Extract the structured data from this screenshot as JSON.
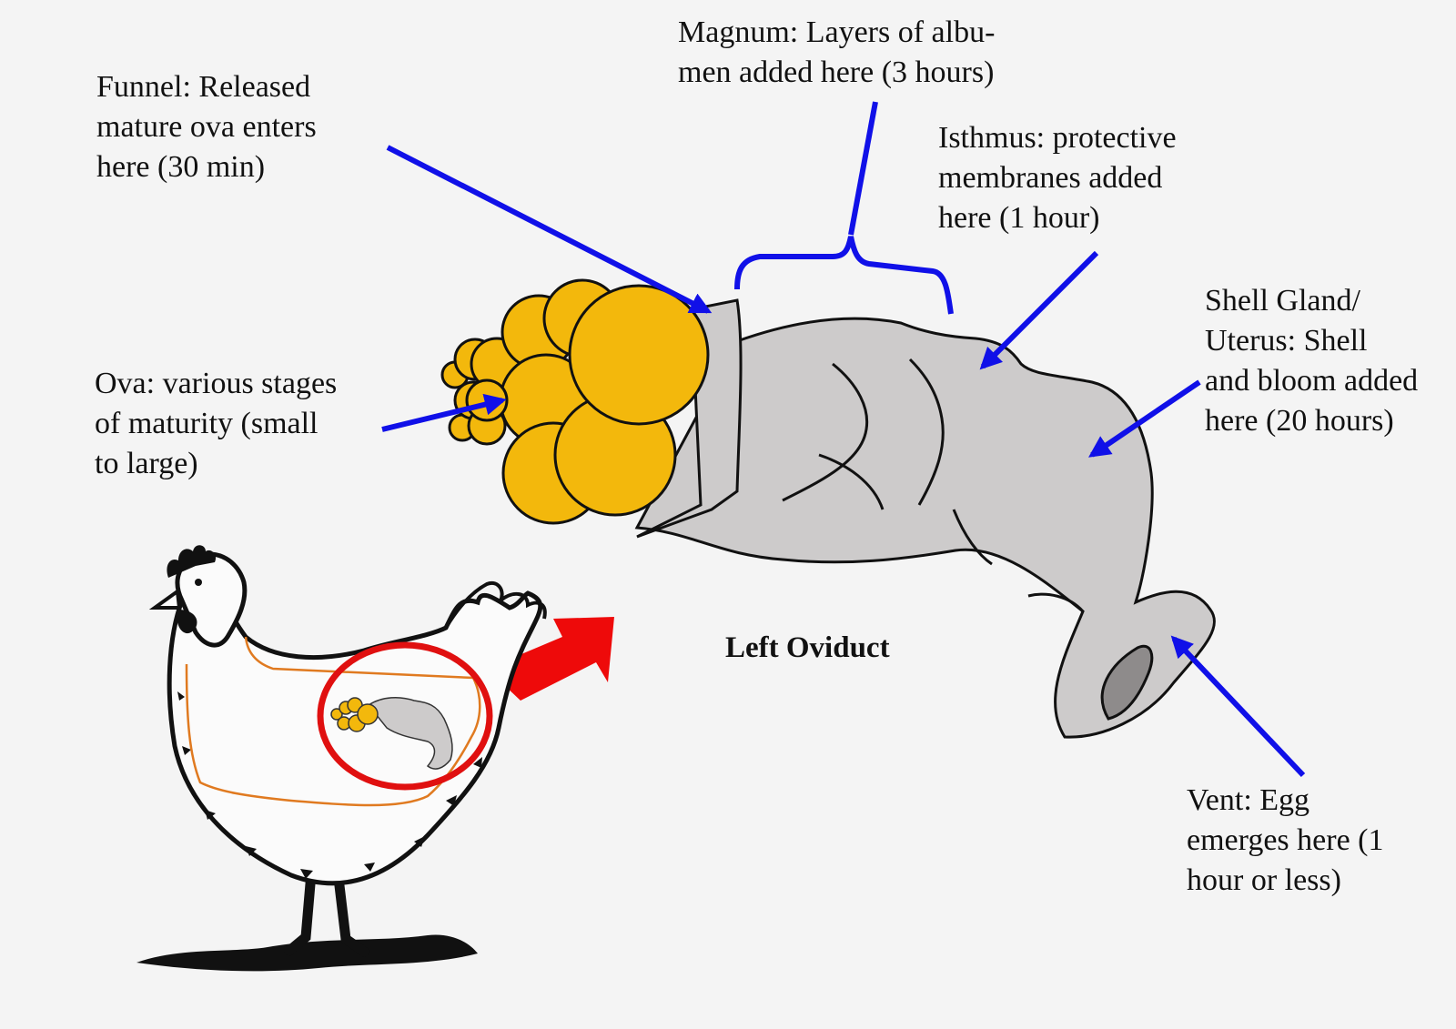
{
  "diagram_title": "Left Oviduct",
  "colors": {
    "arrow": "#1010e8",
    "ova_fill": "#f3b80c",
    "oviduct_fill": "#cdcbcb",
    "callout_circle": "#e01010",
    "body_outline": "#e07a20",
    "big_arrow": "#ee0a0a"
  },
  "labels": {
    "funnel": [
      "Funnel: Released",
      "mature ova enters",
      "here (30 min)"
    ],
    "magnum": [
      "Magnum: Layers of albu-",
      "men added here (3 hours)"
    ],
    "isthmus": [
      "Isthmus: protective",
      "membranes added",
      "here (1 hour)"
    ],
    "shell_gland": [
      "Shell Gland/",
      "Uterus: Shell",
      "and bloom added",
      "here (20 hours)"
    ],
    "ova": [
      "Ova: various stages",
      "of maturity (small",
      "to large)"
    ],
    "vent": [
      "Vent: Egg",
      "emerges here (1",
      "hour or less)"
    ]
  },
  "illustration": {
    "main_part": "oviduct",
    "inset": "hen-silhouette",
    "inset_highlight": "red-circle-callout",
    "connector": "big-red-arrow"
  }
}
